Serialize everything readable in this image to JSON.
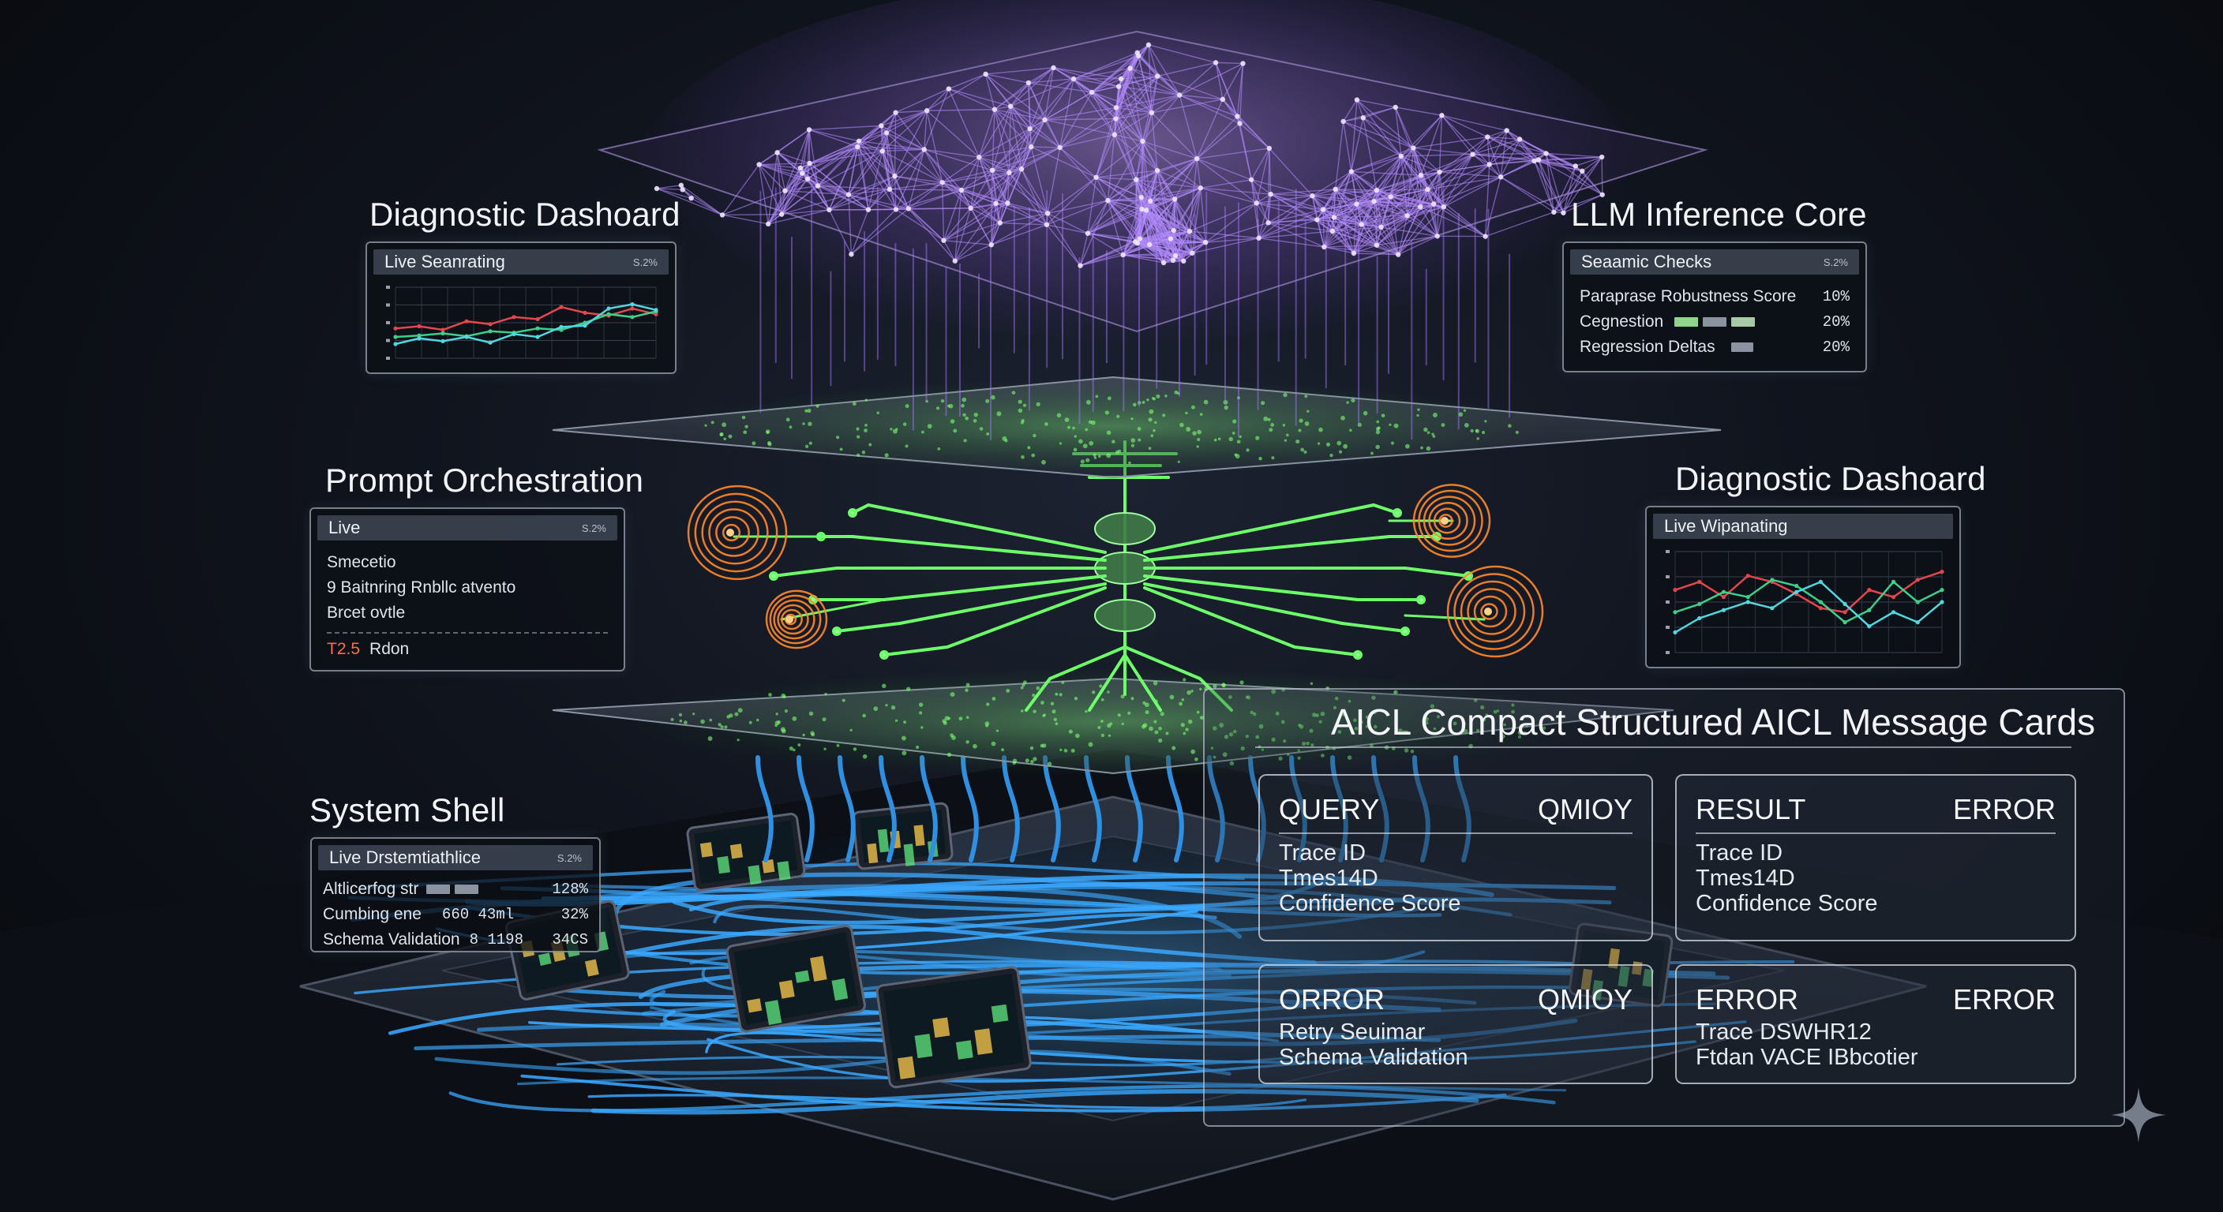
{
  "layers": {
    "diagnostic_left": "Diagnostic Dashoard",
    "llm_core": "LLM Inference Core",
    "prompt_orchestration": "Prompt Orchestration",
    "diagnostic_right": "Diagnostic Dashoard",
    "system_shell": "System Shell"
  },
  "panels": {
    "diag_left": {
      "header": "Live Seanrating",
      "tag": "S.2%"
    },
    "llm": {
      "header": "Seaamic Checks",
      "tag": "S.2%",
      "rows": [
        {
          "label": "Paraprase Robustness Score",
          "value": "10%"
        },
        {
          "label": "Cegnestion",
          "value": "20%"
        },
        {
          "label": "Regression Deltas",
          "value": "20%"
        }
      ]
    },
    "prompt": {
      "header": "Live",
      "tag": "S.2%",
      "rows": [
        "Smecetio",
        "9 Baitnring Rnbllc atvento",
        "Brcet ovtle"
      ],
      "footer_code": "T2.5",
      "footer_text": "Rdon"
    },
    "diag_right": {
      "header": "Live Wipanating"
    },
    "shell": {
      "header": "Live Drstemtiathlice",
      "tag": "S.2%",
      "rows": [
        {
          "label": "Altlicerfog str",
          "value": "128%"
        },
        {
          "label": "Cumbing ene",
          "mid": "660 43ml",
          "value": "32%"
        },
        {
          "label": "Schema Validation",
          "mid": "8 1198",
          "value": "34CS"
        }
      ]
    }
  },
  "aicl": {
    "title": "AICL Compact Structured AICL Message Cards",
    "cards": [
      {
        "type": "QUERY",
        "tag": "QMIOY",
        "lines": [
          "Trace ID",
          "Tmes14D",
          "Confidence Score"
        ]
      },
      {
        "type": "RESULT",
        "tag": "ERROR",
        "lines": [
          "Trace ID",
          "Tmes14D",
          "Confidence Score"
        ]
      },
      {
        "type": "ORROR",
        "tag": "QMIOY",
        "lines": [
          "Retry Seuimar",
          "Schema Validation"
        ]
      },
      {
        "type": "ERROR",
        "tag": "ERROR",
        "lines": [
          "Trace DSWHR12",
          "Ftdan VACE IBbcotier"
        ]
      }
    ]
  },
  "colors": {
    "neural_purple": "#b58cff",
    "orchestration_green": "#6dff6a",
    "data_blue": "#3aa8ff",
    "node_orange": "#ff8a2a",
    "chart_red": "#e3474d",
    "chart_green": "#3cd08a",
    "chart_cyan": "#4fd8e0"
  },
  "chart_data": [
    {
      "type": "line",
      "series": [
        {
          "values": [
            0.42,
            0.45,
            0.4,
            0.52,
            0.48,
            0.58,
            0.55,
            0.72,
            0.64,
            0.6,
            0.7,
            0.62
          ]
        },
        {
          "values": [
            0.3,
            0.32,
            0.35,
            0.31,
            0.38,
            0.36,
            0.42,
            0.4,
            0.5,
            0.62,
            0.58,
            0.66
          ]
        },
        {
          "values": [
            0.2,
            0.28,
            0.24,
            0.3,
            0.22,
            0.34,
            0.3,
            0.44,
            0.46,
            0.7,
            0.76,
            0.68
          ]
        }
      ],
      "ylim": [
        0,
        1
      ],
      "grid": true
    },
    {
      "type": "line",
      "series": [
        {
          "values": [
            0.62,
            0.7,
            0.55,
            0.76,
            0.7,
            0.58,
            0.44,
            0.4,
            0.62,
            0.55,
            0.72,
            0.8
          ]
        },
        {
          "values": [
            0.4,
            0.48,
            0.6,
            0.55,
            0.72,
            0.66,
            0.5,
            0.3,
            0.42,
            0.7,
            0.5,
            0.62
          ]
        },
        {
          "values": [
            0.2,
            0.34,
            0.42,
            0.5,
            0.44,
            0.6,
            0.7,
            0.48,
            0.26,
            0.4,
            0.3,
            0.5
          ]
        }
      ],
      "ylim": [
        0,
        1
      ],
      "grid": true
    }
  ]
}
